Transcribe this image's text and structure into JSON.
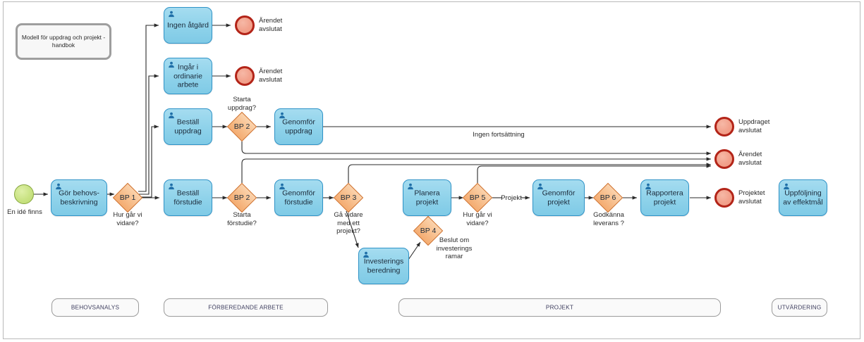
{
  "diagram": {
    "title_note": "Modell för uppdrag och projekt - handbok",
    "type": "bpmn-process-flow",
    "language": "sv"
  },
  "events": {
    "start": {
      "label": "En idé finns"
    },
    "end_arende_1": {
      "label": "Ärendet avslutat"
    },
    "end_arende_2": {
      "label": "Ärendet avslutat"
    },
    "end_uppdraget": {
      "label": "Uppdraget avslutat"
    },
    "end_arende_3": {
      "label": "Ärendet avslutat"
    },
    "end_projektet": {
      "label": "Projektet avslutat"
    }
  },
  "tasks": {
    "ingen_atgard": "Ingen åtgärd",
    "ingar_ordinarie": "Ingår i ordinarie arbete",
    "bestall_uppdrag": "Beställ uppdrag",
    "genomfor_uppdrag": "Genomför uppdrag",
    "gor_behovsbeskrivning": "Gör behovs-beskrivning",
    "bestall_forstudie": "Beställ förstudie",
    "genomfor_forstudie": "Genomför förstudie",
    "planera_projekt": "Planera projekt",
    "genomfor_projekt": "Genomför projekt",
    "rapportera_projekt": "Rapportera projekt",
    "investerings_beredning": "Investerings beredning",
    "uppfoljning_effektmal": "Uppföljning av effektmål"
  },
  "gateways": {
    "bp1": {
      "id": "BP 1",
      "question": "Hur går vi vidare?"
    },
    "bp2_uppdrag": {
      "id": "BP 2",
      "question": "Starta uppdrag?"
    },
    "bp2_forstudie": {
      "id": "BP 2",
      "question": "Starta förstudie?"
    },
    "bp3": {
      "id": "BP 3",
      "question": "Gå vidare med ett projekt?"
    },
    "bp4": {
      "id": "BP 4",
      "question": "Beslut om investerings ramar"
    },
    "bp5": {
      "id": "BP 5",
      "question": "Hur går vi vidare?"
    },
    "bp6": {
      "id": "BP 6",
      "question": "Godkänna leverans ?"
    }
  },
  "flow_labels": {
    "ingen_fortsattning": "Ingen fortsättning",
    "projekt": "Projekt"
  },
  "phases": [
    {
      "key": "behovsanalys",
      "label": "BEHOVSANALYS"
    },
    {
      "key": "forberedande",
      "label": "FÖRBEREDANDE ARBETE"
    },
    {
      "key": "projekt",
      "label": "PROJEKT"
    },
    {
      "key": "utvardering",
      "label": "UTVÄRDERING"
    }
  ],
  "colors": {
    "task_fill": "#8ed2ea",
    "task_stroke": "#2f93c7",
    "gateway_fill": "#f7bd8a",
    "gateway_stroke": "#cf6f2a",
    "start_fill": "#c9e383",
    "start_stroke": "#86a63f",
    "end_fill": "#f2a18c",
    "end_stroke": "#b32418",
    "connector": "#3a3a3a",
    "phase_border": "#9b9b9b",
    "frame": "#b9b9b9"
  }
}
